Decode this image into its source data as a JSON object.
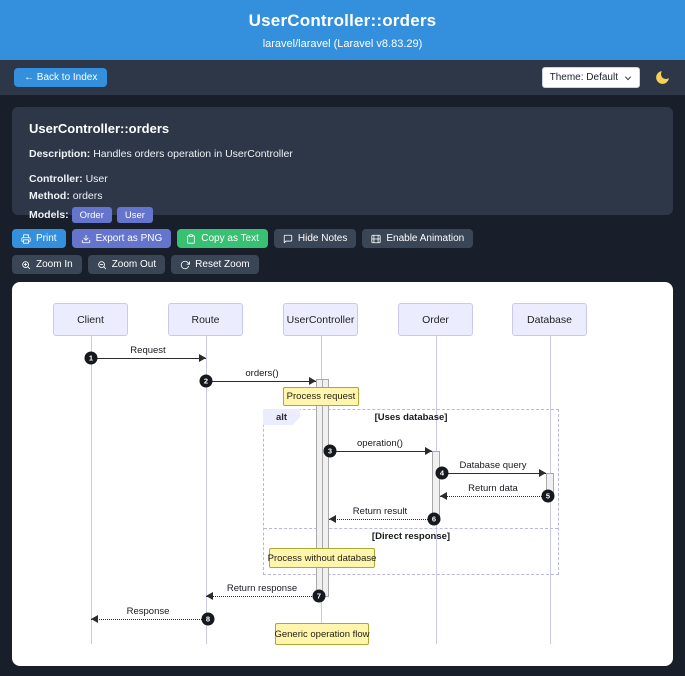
{
  "header": {
    "title": "UserController::orders",
    "subtitle": "laravel/laravel (Laravel v8.83.29)"
  },
  "navbar": {
    "back_label": "← Back to Index",
    "theme_label": "Theme: Default"
  },
  "info_panel": {
    "title": "UserController::orders",
    "description_label": "Description:",
    "description": "Handles orders operation in UserController",
    "controller_label": "Controller:",
    "controller": "User",
    "method_label": "Method:",
    "method": "orders",
    "models_label": "Models:",
    "models": [
      "Order",
      "User"
    ]
  },
  "toolbar": {
    "print": "Print",
    "export_png": "Export as PNG",
    "copy_text": "Copy as Text",
    "hide_notes": "Hide Notes",
    "enable_animation": "Enable Animation",
    "zoom_in": "Zoom In",
    "zoom_out": "Zoom Out",
    "reset_zoom": "Reset Zoom"
  },
  "icons": {
    "back_arrow": "←",
    "theme_chevron": "chevron-down",
    "theme_toggle": "crescent-moon",
    "print": "printer",
    "export_png": "download-arrow",
    "copy_text": "clipboard",
    "hide_notes": "speech-bubble",
    "enable_animation": "film-frame",
    "zoom_in": "magnifier-plus",
    "zoom_out": "magnifier-minus",
    "reset_zoom": "refresh-arrow"
  },
  "diagram": {
    "participants": [
      {
        "name": "Client"
      },
      {
        "name": "Route"
      },
      {
        "name": "UserController"
      },
      {
        "name": "Order"
      },
      {
        "name": "Database"
      }
    ],
    "messages": [
      {
        "num": "1",
        "label": "Request",
        "from": "Client",
        "to": "Route",
        "style": "solid"
      },
      {
        "num": "2",
        "label": "orders()",
        "from": "Route",
        "to": "UserController",
        "style": "solid"
      },
      {
        "num": "3",
        "label": "operation()",
        "from": "UserController",
        "to": "Order",
        "style": "solid"
      },
      {
        "num": "4",
        "label": "Database query",
        "from": "Order",
        "to": "Database",
        "style": "solid"
      },
      {
        "num": "5",
        "label": "Return data",
        "from": "Database",
        "to": "Order",
        "style": "dashed"
      },
      {
        "num": "6",
        "label": "Return result",
        "from": "Order",
        "to": "UserController",
        "style": "dashed"
      },
      {
        "num": "7",
        "label": "Return response",
        "from": "UserController",
        "to": "Route",
        "style": "dashed"
      },
      {
        "num": "8",
        "label": "Response",
        "from": "Route",
        "to": "Client",
        "style": "dashed"
      }
    ],
    "alt": {
      "label": "alt",
      "conditions": [
        "[Uses database]",
        "[Direct response]"
      ]
    },
    "notes": [
      {
        "text": "Process request"
      },
      {
        "text": "Process without database"
      },
      {
        "text": "Generic operation flow"
      }
    ]
  },
  "colors": {
    "header_bg": "#3490dc",
    "page_bg": "#181e2a",
    "panel_bg": "#2d3748",
    "accent_blue": "#3490dc",
    "accent_indigo": "#6574cd",
    "accent_green": "#38c172",
    "button_slate": "#3a4556",
    "badge_indigo": "#6574cd",
    "participant_fill": "#ececff",
    "note_fill": "#fff5ad",
    "note_border": "#aaaa33",
    "moon_yellow": "#f7d154"
  }
}
